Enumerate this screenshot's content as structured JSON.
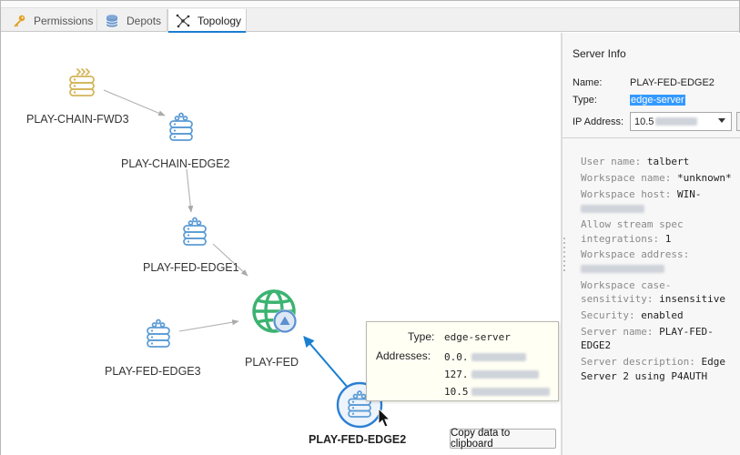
{
  "tabs": [
    {
      "label": "Permissions",
      "icon": "key-icon",
      "active": false
    },
    {
      "label": "Depots",
      "icon": "database-icon",
      "active": false
    },
    {
      "label": "Topology",
      "icon": "topology-icon",
      "active": true
    }
  ],
  "graph": {
    "nodes": {
      "chain_fwd3": "PLAY-CHAIN-FWD3",
      "chain_edge2": "PLAY-CHAIN-EDGE2",
      "fed_edge1": "PLAY-FED-EDGE1",
      "fed": "PLAY-FED",
      "fed_edge3": "PLAY-FED-EDGE3",
      "fed_edge2": "PLAY-FED-EDGE2"
    }
  },
  "tooltip": {
    "type_label": "Type:",
    "type_value": "edge-server",
    "addresses_label": "Addresses:",
    "addresses": [
      "0.0.",
      "127.",
      "10.5"
    ]
  },
  "copy_button": "Copy data to clipboard",
  "server_info": {
    "title": "Server Info",
    "name_label": "Name:",
    "name_value": "PLAY-FED-EDGE2",
    "type_label": "Type:",
    "type_value": "edge-server",
    "ip_label": "IP Address:",
    "ip_value": "10.5",
    "details": [
      {
        "label": "User name:",
        "value": "talbert"
      },
      {
        "label": "Workspace name:",
        "value": "*unknown*"
      },
      {
        "label": "Workspace host:",
        "value": "WIN-"
      },
      {
        "label": "Allow stream spec integrations:",
        "value": "1"
      },
      {
        "label": "Workspace address:",
        "value": ""
      },
      {
        "label": "Workspace case-sensitivity:",
        "value": "insensitive"
      },
      {
        "label": "Security:",
        "value": "enabled"
      },
      {
        "label": "Server name:",
        "value": "PLAY-FED-EDGE2"
      },
      {
        "label": "Server description:",
        "value": "Edge Server 2 using P4AUTH"
      }
    ]
  },
  "colors": {
    "accent": "#1a7fd0",
    "server_blue": "#5b9bd5",
    "forwarder_gold": "#d4b55a",
    "commit_green": "#3cb371"
  }
}
